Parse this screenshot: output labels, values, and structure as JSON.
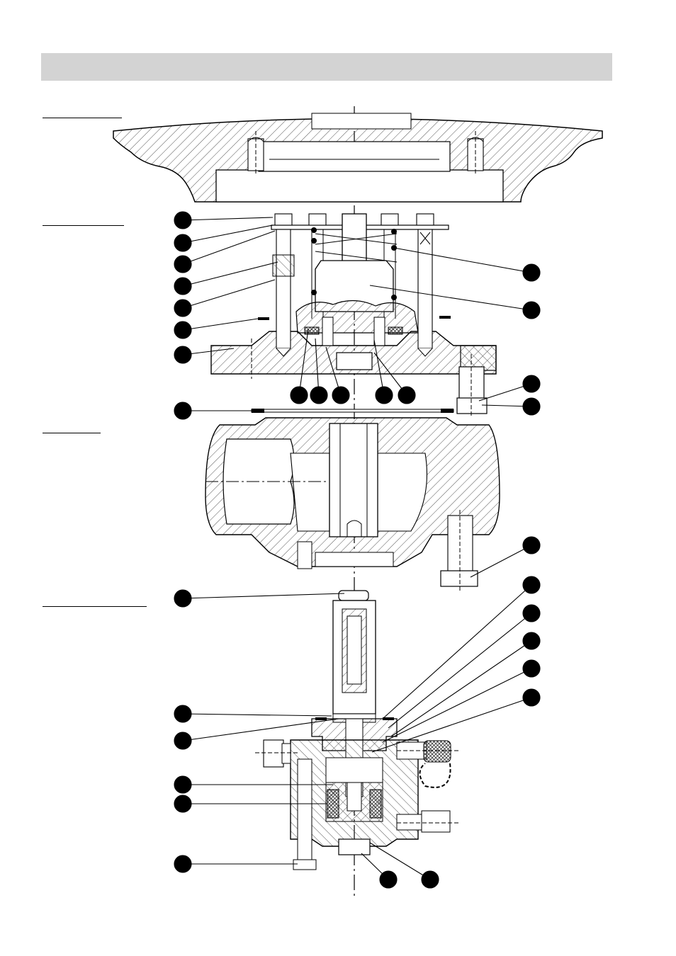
{
  "page": {
    "header_bar_color": "#d3d3d3",
    "line_color": "#000000",
    "hatch_color": "#444444",
    "callout_color": "#000000"
  },
  "sections": [
    {
      "name": "section-heading-1",
      "text": ""
    },
    {
      "name": "section-heading-2",
      "text": ""
    },
    {
      "name": "section-heading-3",
      "text": ""
    },
    {
      "name": "section-heading-4",
      "text": ""
    }
  ],
  "callouts": {
    "count": 33,
    "labels_printed": false
  }
}
